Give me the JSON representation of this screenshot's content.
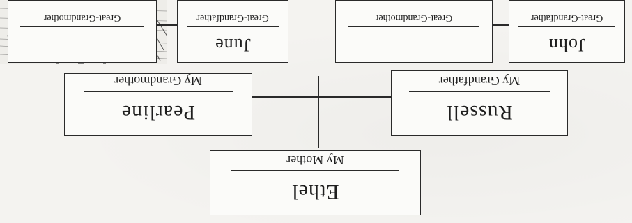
{
  "family_tree": {
    "mother": {
      "name": "Ethel",
      "role": "My Mother"
    },
    "grandfather": {
      "name": "Russell",
      "role": "My Grandfather"
    },
    "grandmother": {
      "name": "Pearline",
      "role": "My Grandmother"
    },
    "great_grandparents": [
      {
        "name": "John",
        "role": "Great-Grandfather"
      },
      {
        "name": "",
        "role": "Great-Grandmother"
      },
      {
        "name": "June",
        "role": "Great-Grandfather"
      },
      {
        "name": "",
        "role": "Great-Grandmother"
      }
    ]
  },
  "colors": {
    "ink": "#2a2a2a",
    "paper": "#f4f3f0"
  },
  "orientation": "rotated 180 degrees (page is upside-down)",
  "illustration": "ink-sketch-tree"
}
